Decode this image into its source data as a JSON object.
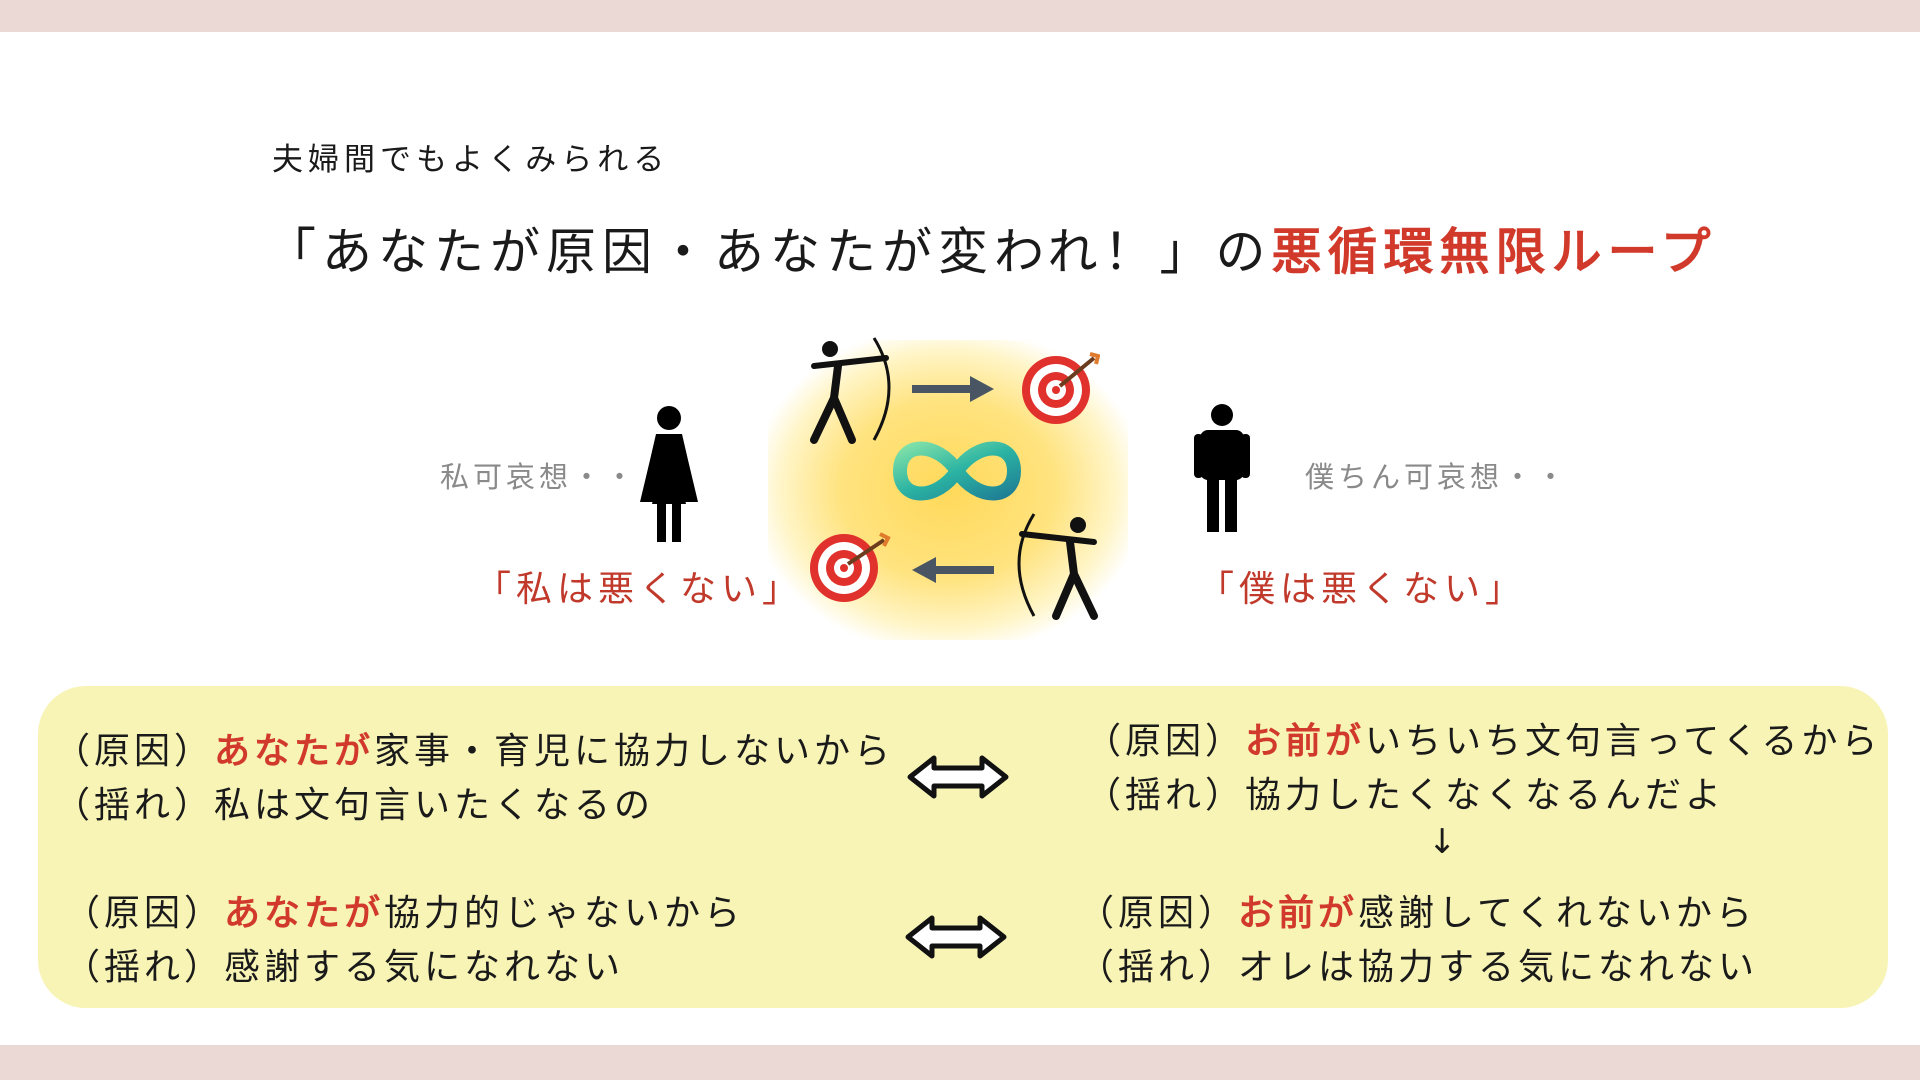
{
  "header": {
    "subtitle": "夫婦間でもよくみられる",
    "title_main": "「あなたが原因・あなたが変われ！」の",
    "title_accent": "悪循環無限ループ"
  },
  "left_person": {
    "thought": "私可哀想・・",
    "quote": "「私は悪くない」"
  },
  "right_person": {
    "thought": "僕ちん可哀想・・",
    "quote": "「僕は悪くない」"
  },
  "colors": {
    "accent": "#d13a2a",
    "quote": "#c0392b",
    "panel": "#f7f4b6",
    "band": "#ead9d5",
    "glow": "#ffd95a",
    "infinity": "#2bb3a3"
  },
  "icons": [
    "woman-icon",
    "man-icon",
    "archer-icon",
    "target-icon",
    "right-arrow-icon",
    "left-arrow-icon",
    "infinity-icon",
    "double-arrow-icon"
  ],
  "panel": {
    "block1": {
      "left": {
        "l1_label": "（原因）",
        "l1_hl": "あなたが",
        "l1_rest": "家事・育児に協力しないから",
        "l2_label": "（揺れ）",
        "l2_rest": "私は文句言いたくなるの"
      },
      "right": {
        "l1_label": "（原因）",
        "l1_hl": "お前が",
        "l1_rest": "いちいち文句言ってくるから",
        "l2_label": "（揺れ）",
        "l2_rest": "協力したくなくなるんだよ"
      }
    },
    "down_arrow": "↓",
    "block2": {
      "left": {
        "l1_label": "（原因）",
        "l1_hl": "あなたが",
        "l1_rest": "協力的じゃないから",
        "l2_label": "（揺れ）",
        "l2_rest": "感謝する気になれない"
      },
      "right": {
        "l1_label": "（原因）",
        "l1_hl": "お前が",
        "l1_rest": "感謝してくれないから",
        "l2_label": "（揺れ）",
        "l2_rest": "オレは協力する気になれない"
      }
    }
  }
}
